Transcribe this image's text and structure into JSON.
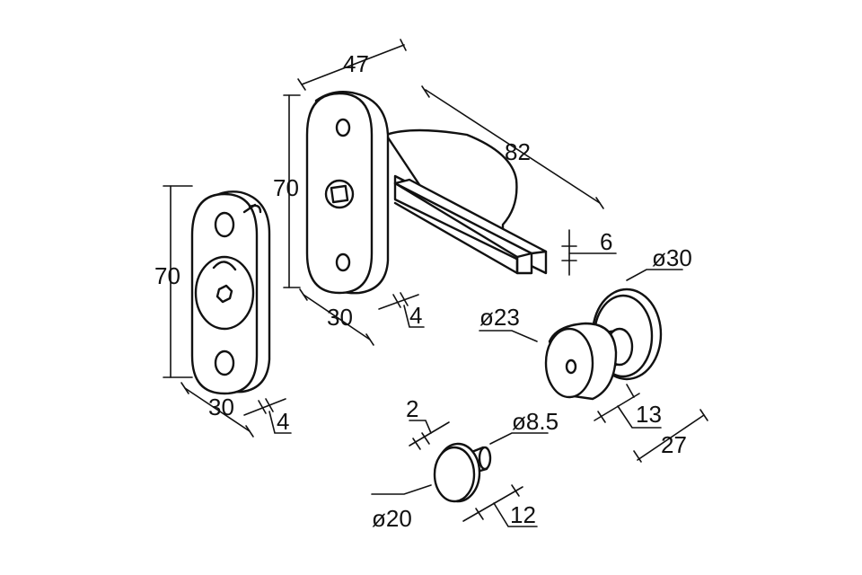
{
  "dimensions": {
    "rose_height": "70",
    "rose_width": "30",
    "rose_thickness": "4",
    "lever_rose_width_top": "47",
    "lever_rose_height": "70",
    "lever_length": "82",
    "lever_rose_width": "30",
    "lever_rose_thickness": "4",
    "lever_bar": "6",
    "knob_large_dia": "ø30",
    "knob_large_inner_dia": "ø23",
    "knob_large_depth": "13",
    "knob_large_total": "27",
    "knob_small_step": "2",
    "knob_small_stem_dia": "ø8.5",
    "knob_small_dia": "ø20",
    "knob_small_depth": "12"
  }
}
